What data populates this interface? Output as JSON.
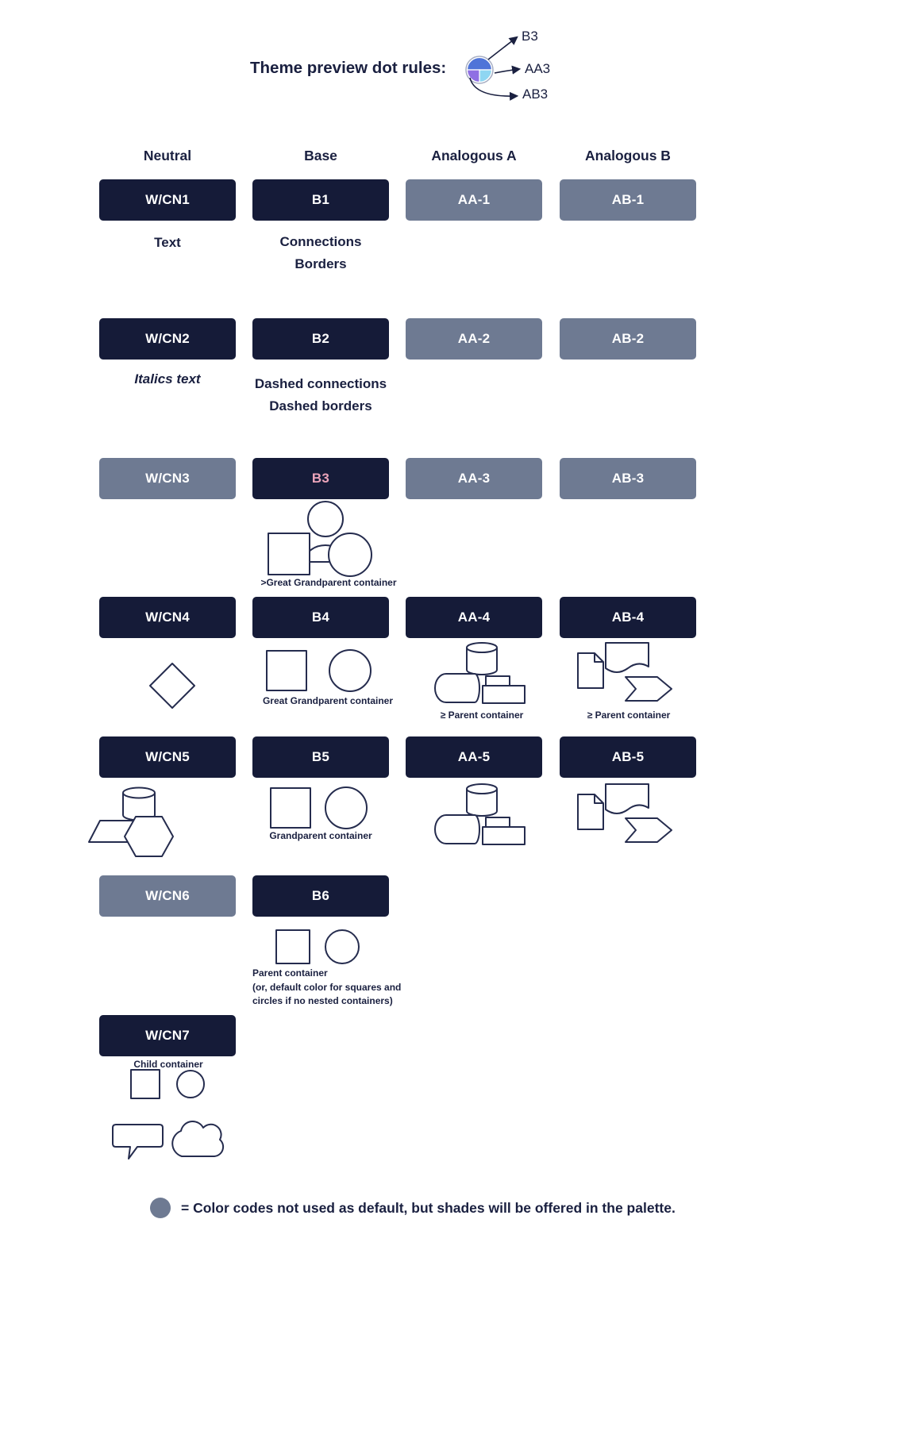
{
  "colors": {
    "dark_pill": "#151b38",
    "slate_pill": "#6e7a92",
    "ink": "#1a2040",
    "pink_label": "#eba4ba",
    "shape_outline": "#252c4e",
    "dot_blue": "#4f74d8",
    "dot_light_blue": "#8fd6f2",
    "dot_purple": "#8f6fe3"
  },
  "legend": {
    "title": "Theme preview dot rules:",
    "pointer_b3": "B3",
    "pointer_aa3": "AA3",
    "pointer_ab3": "AB3"
  },
  "columns": {
    "neutral": "Neutral",
    "base": "Base",
    "analogous_a": "Analogous A",
    "analogous_b": "Analogous B"
  },
  "pills": {
    "wcn1": "W/CN1",
    "b1": "B1",
    "aa1": "AA-1",
    "ab1": "AB-1",
    "wcn2": "W/CN2",
    "b2": "B2",
    "aa2": "AA-2",
    "ab2": "AB-2",
    "wcn3": "W/CN3",
    "b3": "B3",
    "aa3": "AA-3",
    "ab3": "AB-3",
    "wcn4": "W/CN4",
    "b4": "B4",
    "aa4": "AA-4",
    "ab4": "AB-4",
    "wcn5": "W/CN5",
    "b5": "B5",
    "aa5": "AA-5",
    "ab5": "AB-5",
    "wcn6": "W/CN6",
    "b6": "B6",
    "wcn7": "W/CN7"
  },
  "captions": {
    "wcn1": "Text",
    "b1_line1": "Connections",
    "b1_line2": "Borders",
    "wcn2": "Italics text",
    "b2_line1": "Dashed connections",
    "b2_line2": "Dashed borders",
    "b3": ">Great Grandparent container",
    "b4": "Great Grandparent container",
    "aa4": "≥  Parent container",
    "ab4": "≥ Parent container",
    "b5": "Grandparent container",
    "aa5_note": "",
    "b6_line1": "Parent container",
    "b6_line2": "(or, default color for squares and",
    "b6_line3": "circles if no nested containers)",
    "wcn7": "Child container"
  },
  "footer": {
    "note": "= Color codes not used as default, but shades will be offered in the palette."
  }
}
